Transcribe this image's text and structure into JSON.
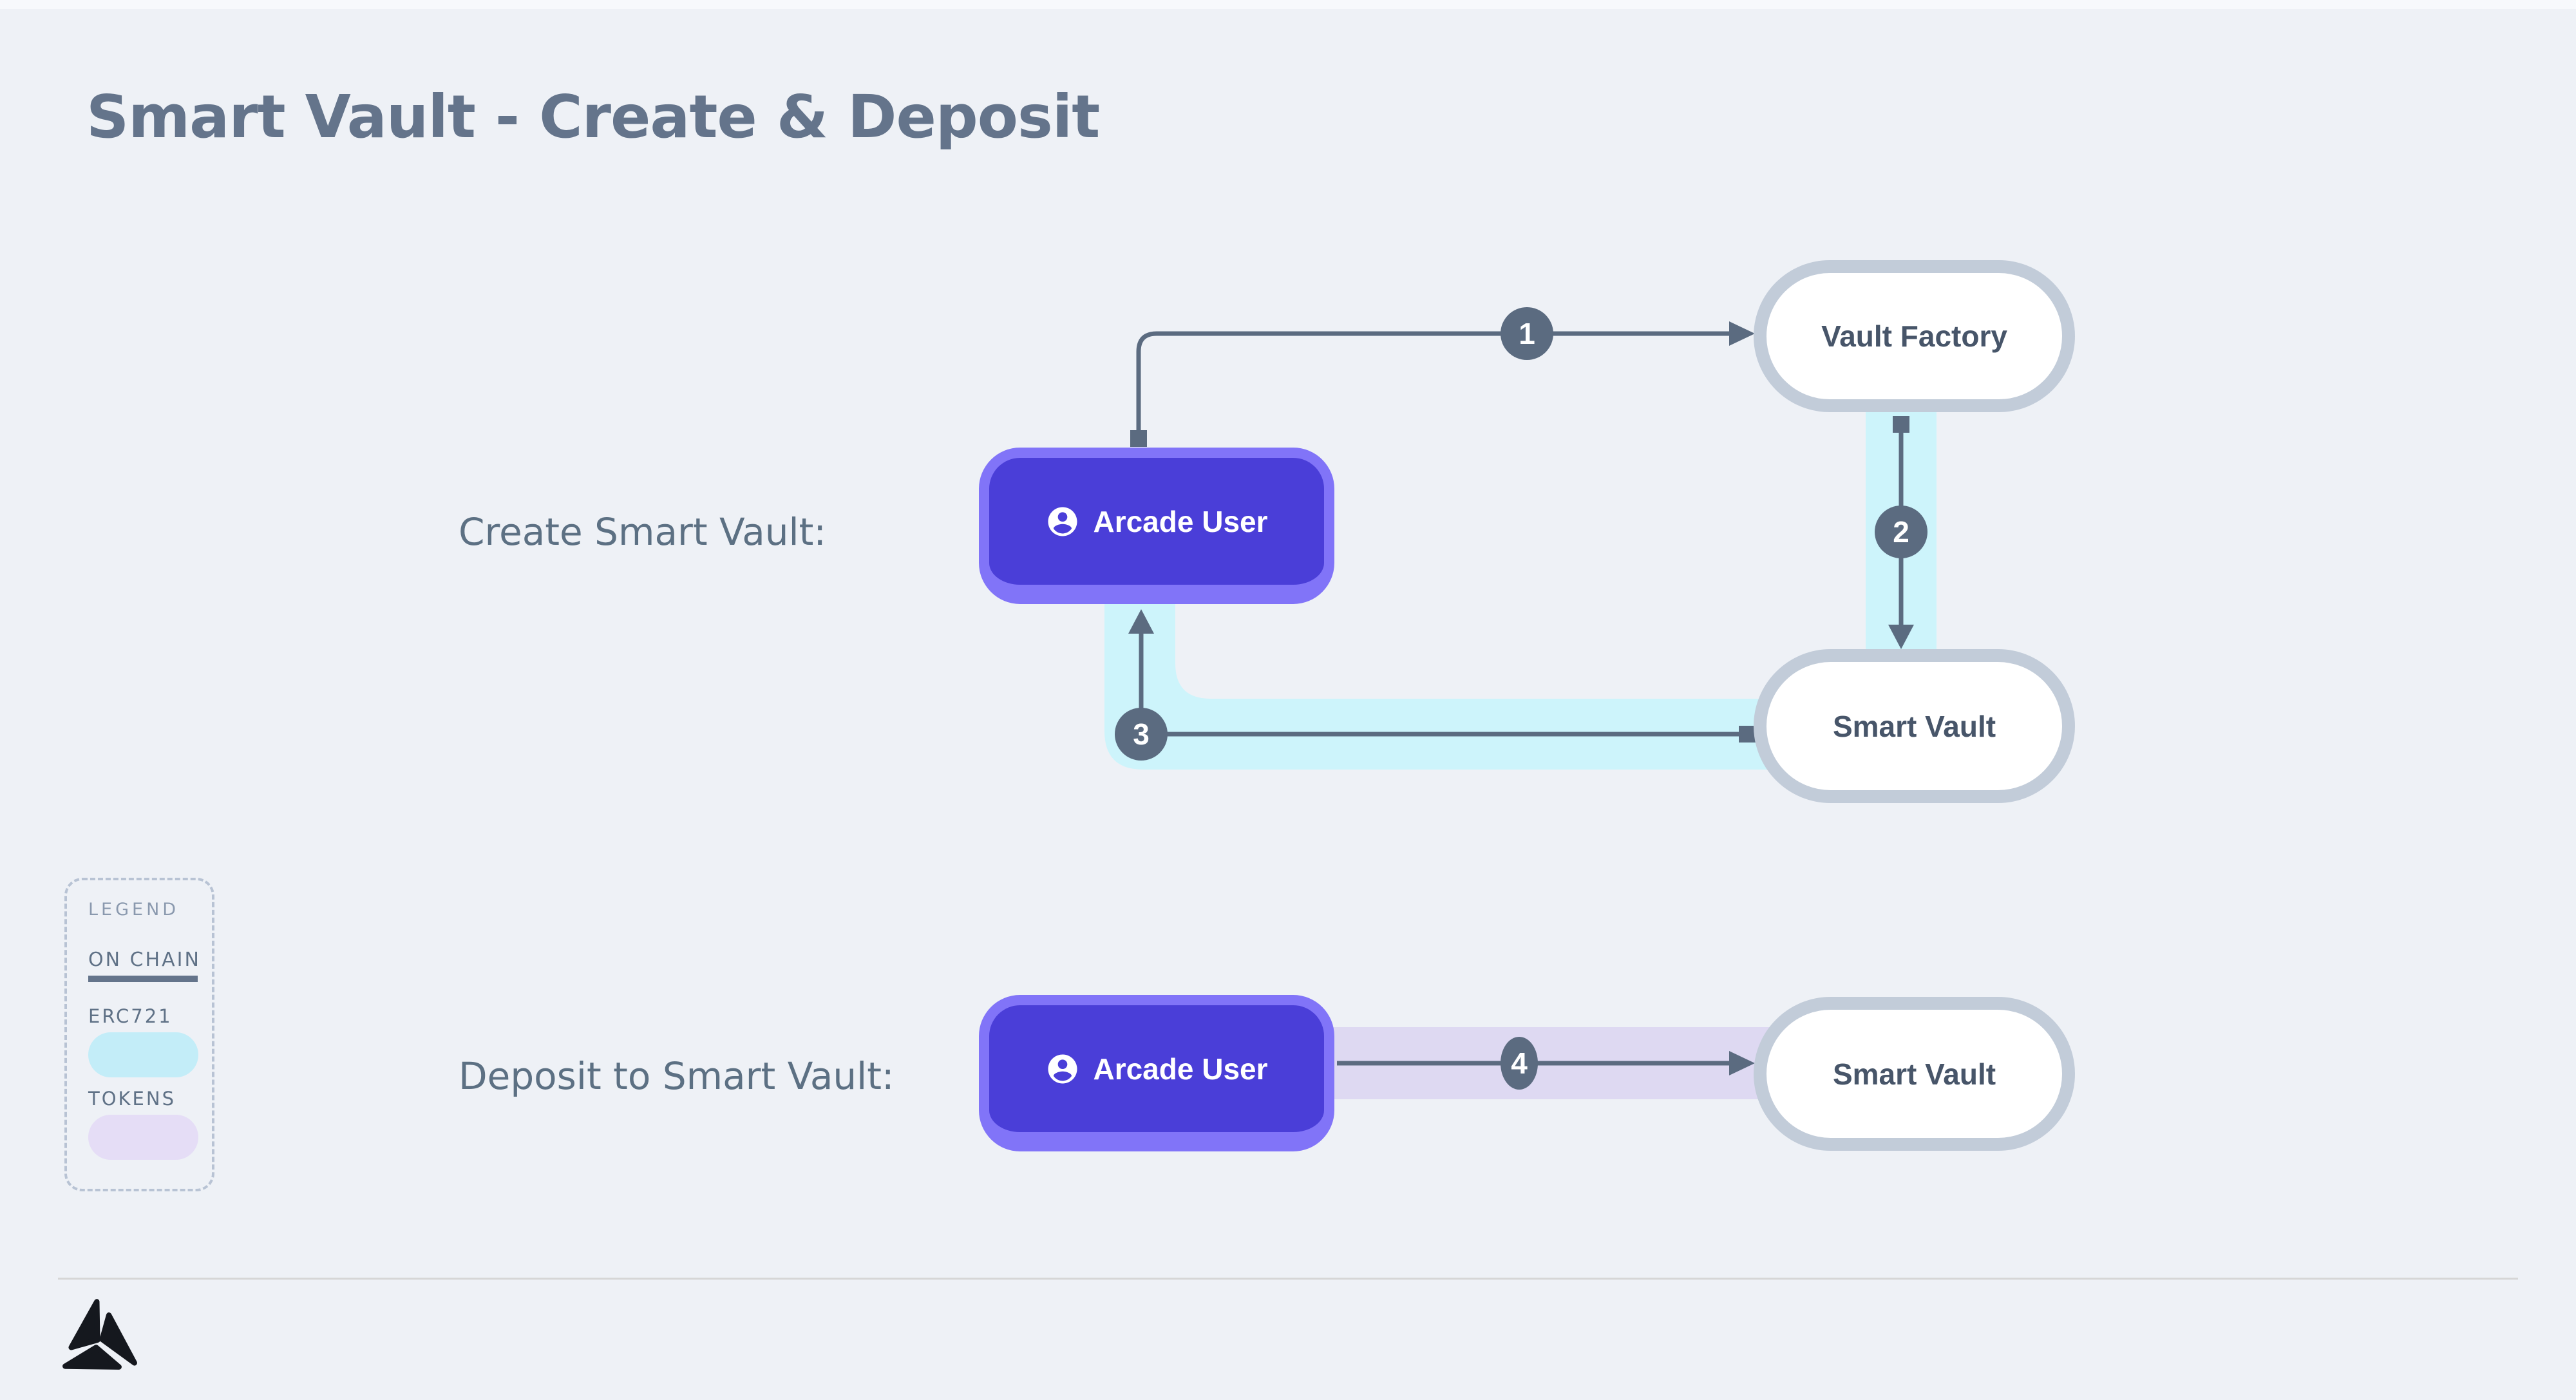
{
  "title": "Smart Vault - Create & Deposit",
  "flows": {
    "create": {
      "label": "Create Smart Vault:"
    },
    "deposit": {
      "label": "Deposit to Smart Vault:"
    }
  },
  "nodes": {
    "arcade_user": "Arcade User",
    "vault_factory": "Vault Factory",
    "smart_vault": "Smart Vault"
  },
  "steps": [
    "1",
    "2",
    "3",
    "4"
  ],
  "legend": {
    "title": "LEGEND",
    "section": "ON CHAIN",
    "items": [
      {
        "label": "ERC721",
        "color": "#c3edf8"
      },
      {
        "label": "TOKENS",
        "color": "#e5ddf6"
      }
    ]
  },
  "icons": {
    "user": "account-circle-icon",
    "logo": "arcade-logo"
  },
  "colors": {
    "background": "#eef1f6",
    "connector_slate": "#5b6b80",
    "erc721_band": "#cdf4fb",
    "tokens_band": "#ded9f2",
    "user_node_fill": "#4a3ed8",
    "user_node_border": "#8174f8",
    "pill_border": "#c2ccd9",
    "pill_text": "#475569",
    "heading_text": "#64748b",
    "label_text": "#5c7083"
  }
}
